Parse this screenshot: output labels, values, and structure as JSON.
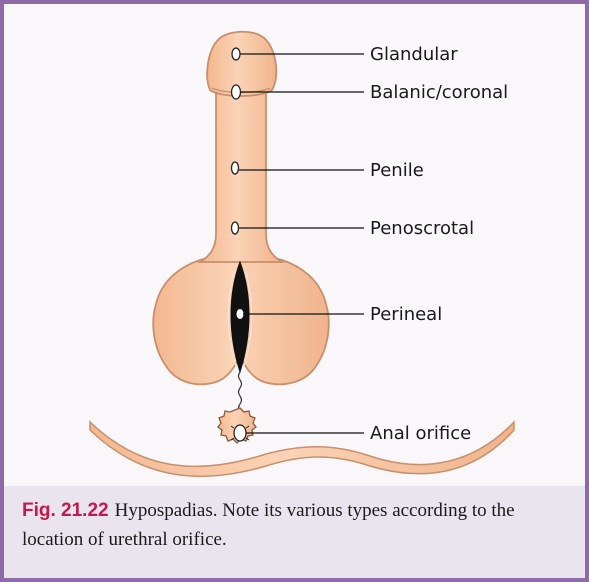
{
  "figure": {
    "labels": {
      "glandular": "Glandular",
      "balanic": "Balanic/coronal",
      "penile": "Penile",
      "penoscrotal": "Penoscrotal",
      "perineal": "Perineal",
      "anal": "Anal orifice"
    },
    "colors": {
      "skin": "#f7c9a7",
      "skin_outline": "#c98f6a",
      "background_border": "#8e6aa8",
      "caption_label": "#c8174a"
    }
  },
  "caption": {
    "label": "Fig. 21.22",
    "text": "Hypospadias. Note its various types according to the location of urethral orifice."
  }
}
